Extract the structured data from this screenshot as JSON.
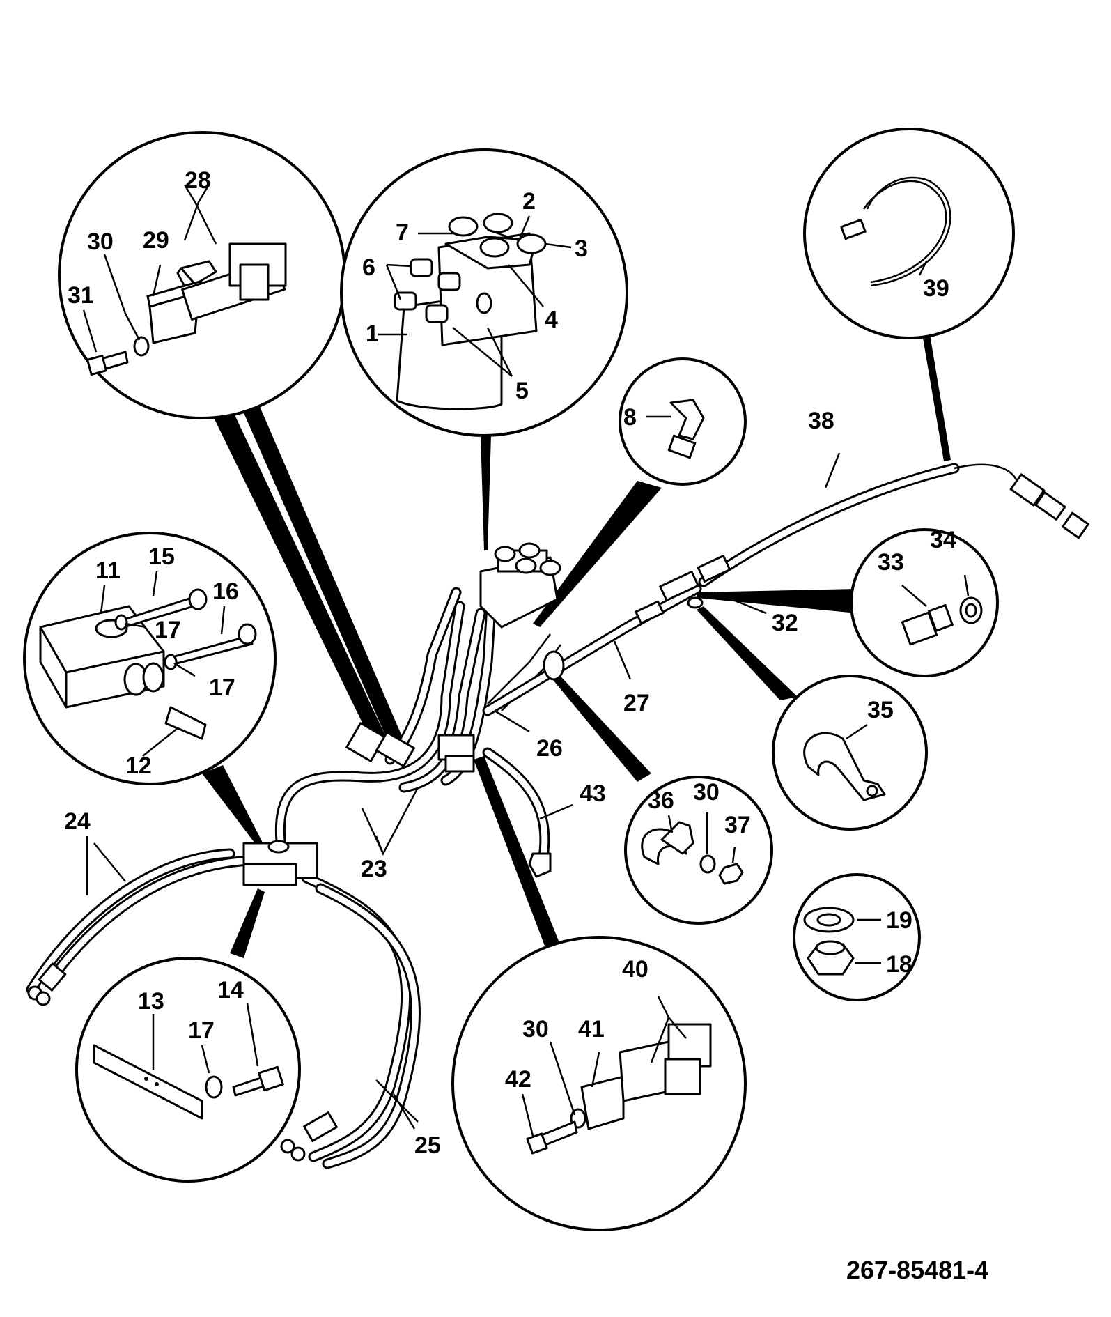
{
  "diagram": {
    "drawing_number": "267-85481-4",
    "callouts": [
      {
        "id": "c1",
        "text": "1"
      },
      {
        "id": "c2",
        "text": "2"
      },
      {
        "id": "c3",
        "text": "3"
      },
      {
        "id": "c4",
        "text": "4"
      },
      {
        "id": "c5",
        "text": "5"
      },
      {
        "id": "c6",
        "text": "6"
      },
      {
        "id": "c7",
        "text": "7"
      },
      {
        "id": "c8",
        "text": "8"
      },
      {
        "id": "c11",
        "text": "11"
      },
      {
        "id": "c12",
        "text": "12"
      },
      {
        "id": "c13",
        "text": "13"
      },
      {
        "id": "c14",
        "text": "14"
      },
      {
        "id": "c15",
        "text": "15"
      },
      {
        "id": "c16",
        "text": "16"
      },
      {
        "id": "c17a",
        "text": "17"
      },
      {
        "id": "c17b",
        "text": "17"
      },
      {
        "id": "c17c",
        "text": "17"
      },
      {
        "id": "c18",
        "text": "18"
      },
      {
        "id": "c19",
        "text": "19"
      },
      {
        "id": "c23",
        "text": "23"
      },
      {
        "id": "c24",
        "text": "24"
      },
      {
        "id": "c25",
        "text": "25"
      },
      {
        "id": "c26",
        "text": "26"
      },
      {
        "id": "c27",
        "text": "27"
      },
      {
        "id": "c28",
        "text": "28"
      },
      {
        "id": "c29",
        "text": "29"
      },
      {
        "id": "c30a",
        "text": "30"
      },
      {
        "id": "c30b",
        "text": "30"
      },
      {
        "id": "c30c",
        "text": "30"
      },
      {
        "id": "c31",
        "text": "31"
      },
      {
        "id": "c32",
        "text": "32"
      },
      {
        "id": "c33",
        "text": "33"
      },
      {
        "id": "c34",
        "text": "34"
      },
      {
        "id": "c35",
        "text": "35"
      },
      {
        "id": "c36",
        "text": "36"
      },
      {
        "id": "c37",
        "text": "37"
      },
      {
        "id": "c38",
        "text": "38"
      },
      {
        "id": "c39",
        "text": "39"
      },
      {
        "id": "c40",
        "text": "40"
      },
      {
        "id": "c41",
        "text": "41"
      },
      {
        "id": "c42",
        "text": "42"
      },
      {
        "id": "c43",
        "text": "43"
      }
    ]
  }
}
